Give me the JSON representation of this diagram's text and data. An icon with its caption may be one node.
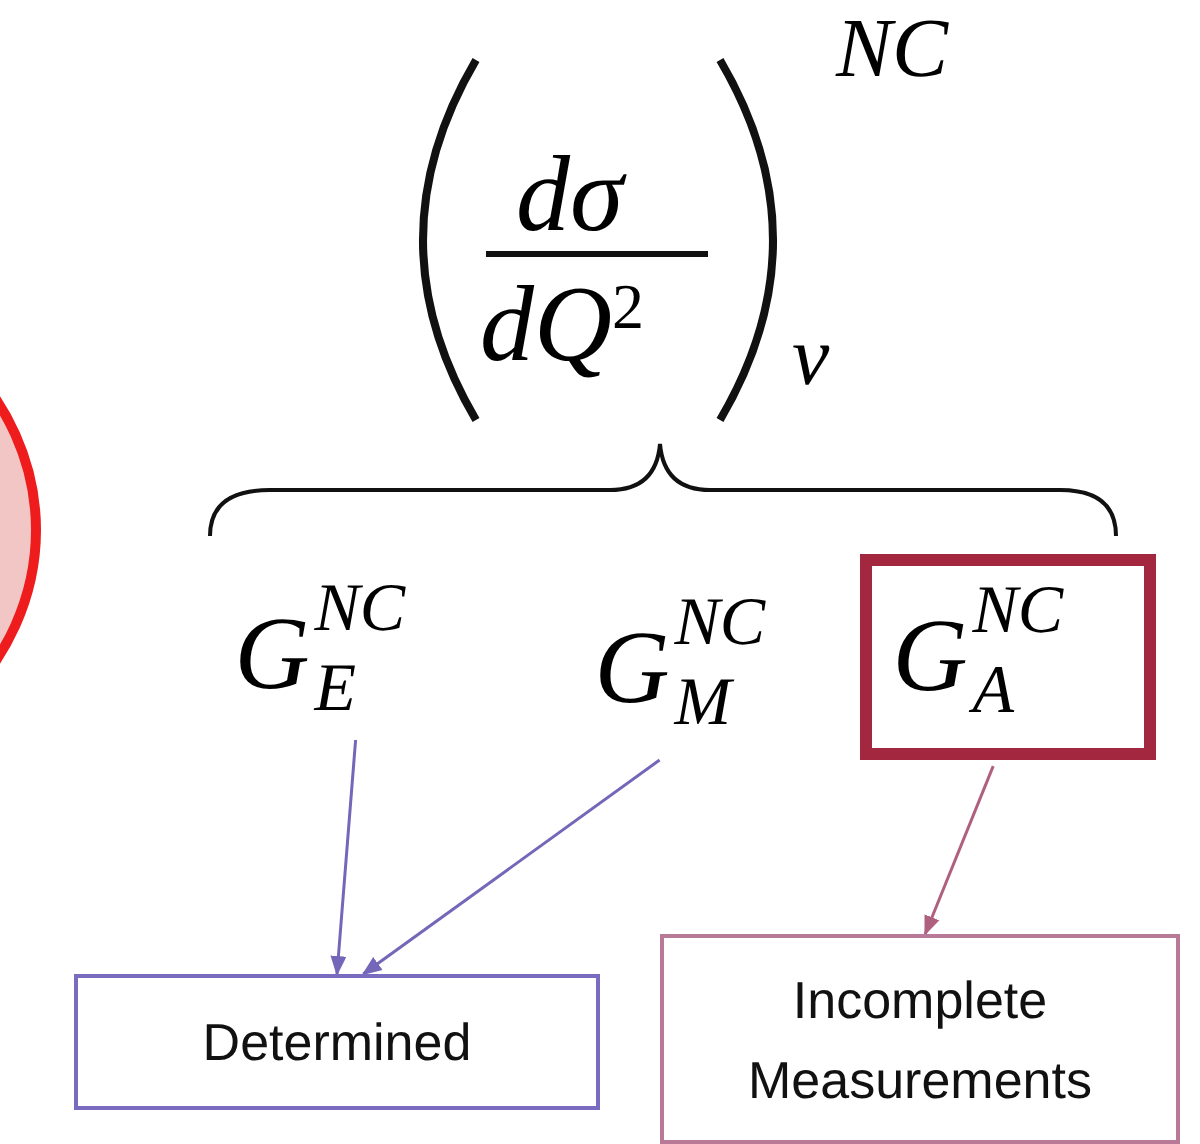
{
  "diagram": {
    "nodes": [
      {
        "text": [
          "G$^{NC}$$_{E}$"
        ]
      },
      {
        "text": [
          "G$^{NC}$$_{M}$"
        ]
      },
      {
        "text": [
          "G$^{NC}$$_{A}$"
        ]
      },
      {
        "text": [
          "Determined"
        ]
      },
      {
        "text": [
          "Incomplete Measurements"
        ]
      }
    ],
    "edges": [
      {
        "from": 0,
        "to": 3,
        "arrow": "to"
      },
      {
        "from": 1,
        "to": 3,
        "arrow": "to"
      },
      {
        "from": 2,
        "to": 4,
        "arrow": "to",
        "color": "#b0607f"
      }
    ],
    "labels": [
      "dσ",
      "dQ$^{2}$",
      "NC",
      "ν"
    ]
  }
}
